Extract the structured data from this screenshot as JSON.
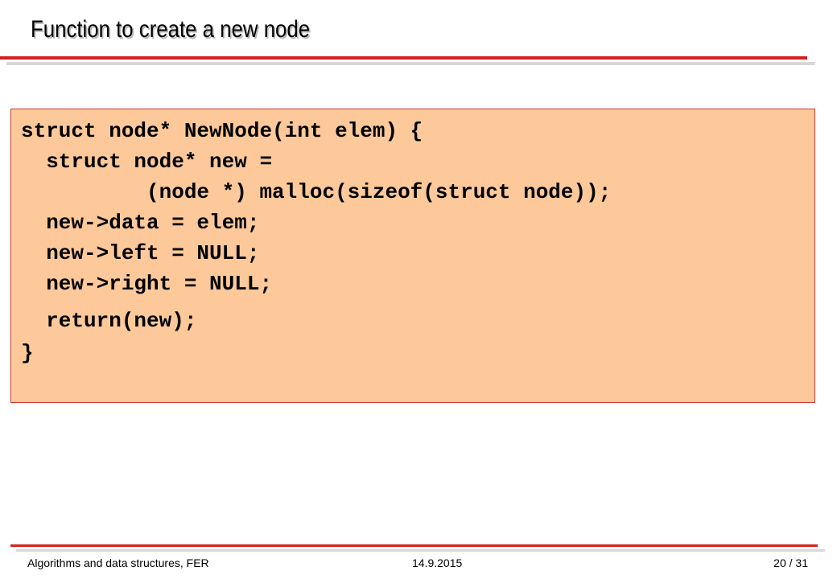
{
  "slide": {
    "title": "Function to create a new node"
  },
  "code": {
    "lines": [
      "struct node* NewNode(int elem) {",
      "  struct node* new =",
      "          (node *) malloc(sizeof(struct node));",
      "  new->data = elem;",
      "  new->left = NULL;",
      "  new->right = NULL;",
      "  return(new);",
      "}"
    ]
  },
  "footer": {
    "course": "Algorithms and data structures, FER",
    "date": "14.9.2015",
    "page": "20 / 31"
  },
  "colors": {
    "accent_red": "#d42020",
    "code_background": "#fdc99a",
    "code_border": "#d03a30"
  }
}
